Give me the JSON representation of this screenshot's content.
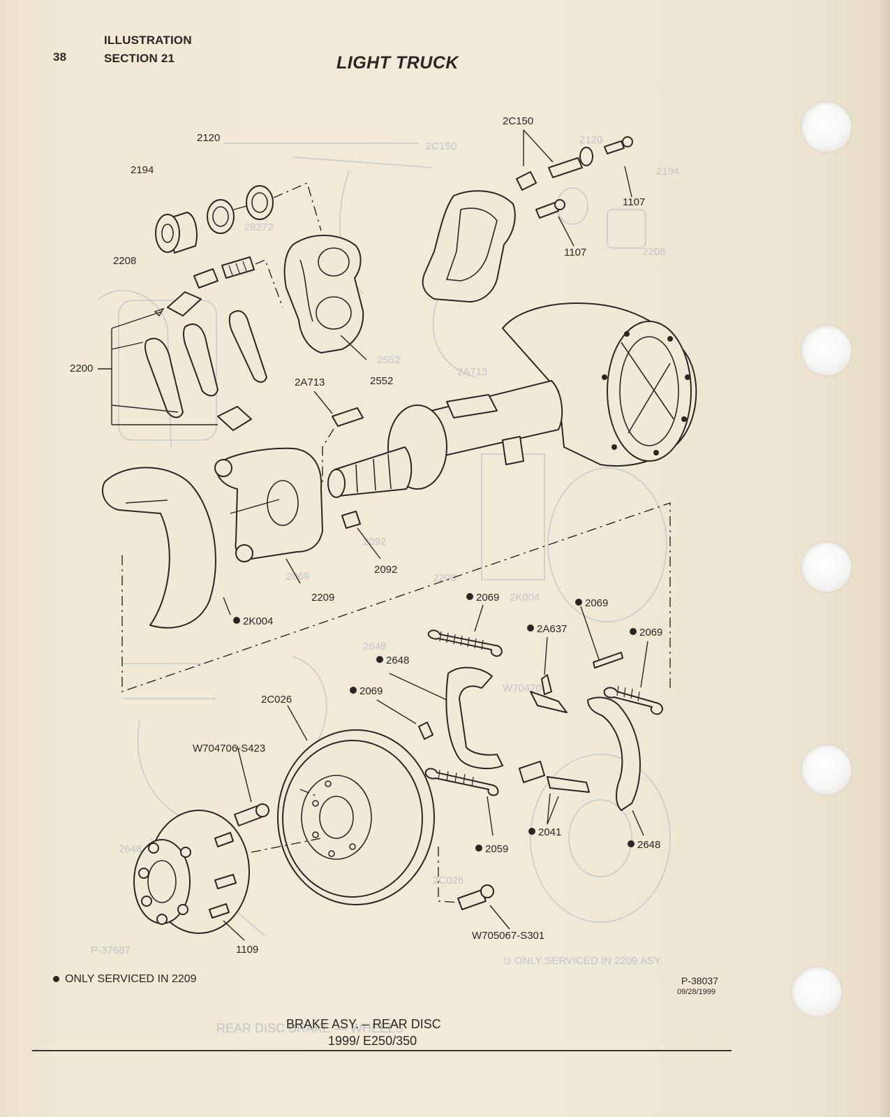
{
  "header": {
    "page_number": "38",
    "section_line1": "ILLUSTRATION",
    "section_line2": "SECTION 21",
    "title": "LIGHT TRUCK"
  },
  "callouts": {
    "c2C150": "2C150",
    "c2120": "2120",
    "c2194": "2194",
    "c1107a": "1107",
    "c1107b": "1107",
    "c2208": "2208",
    "c2200": "2200",
    "c2552": "2552",
    "c2A713": "2A713",
    "c2092": "2092",
    "c2209": "2209",
    "c2K004": "2K004",
    "c2069a": "2069",
    "c2069b": "2069",
    "c2A637": "2A637",
    "c2069c": "2069",
    "c2648a": "2648",
    "c2069d": "2069",
    "c2C026": "2C026",
    "cW704706": "W704706-S423",
    "c2041": "2041",
    "c2059": "2059",
    "c2648b": "2648",
    "cW705067": "W705067-S301",
    "c1109": "1109"
  },
  "footer": {
    "note": "ONLY SERVICED IN 2209",
    "figure_id": "P-38037",
    "figure_date": "09/28/1999",
    "caption_line1": "BRAKE ASY. – REAR DISC",
    "caption_line2": "1999/ E250/350"
  },
  "colors": {
    "paper": "#efe6d3",
    "ink": "#2a2622",
    "bleed_through": "#b9c0c6"
  }
}
